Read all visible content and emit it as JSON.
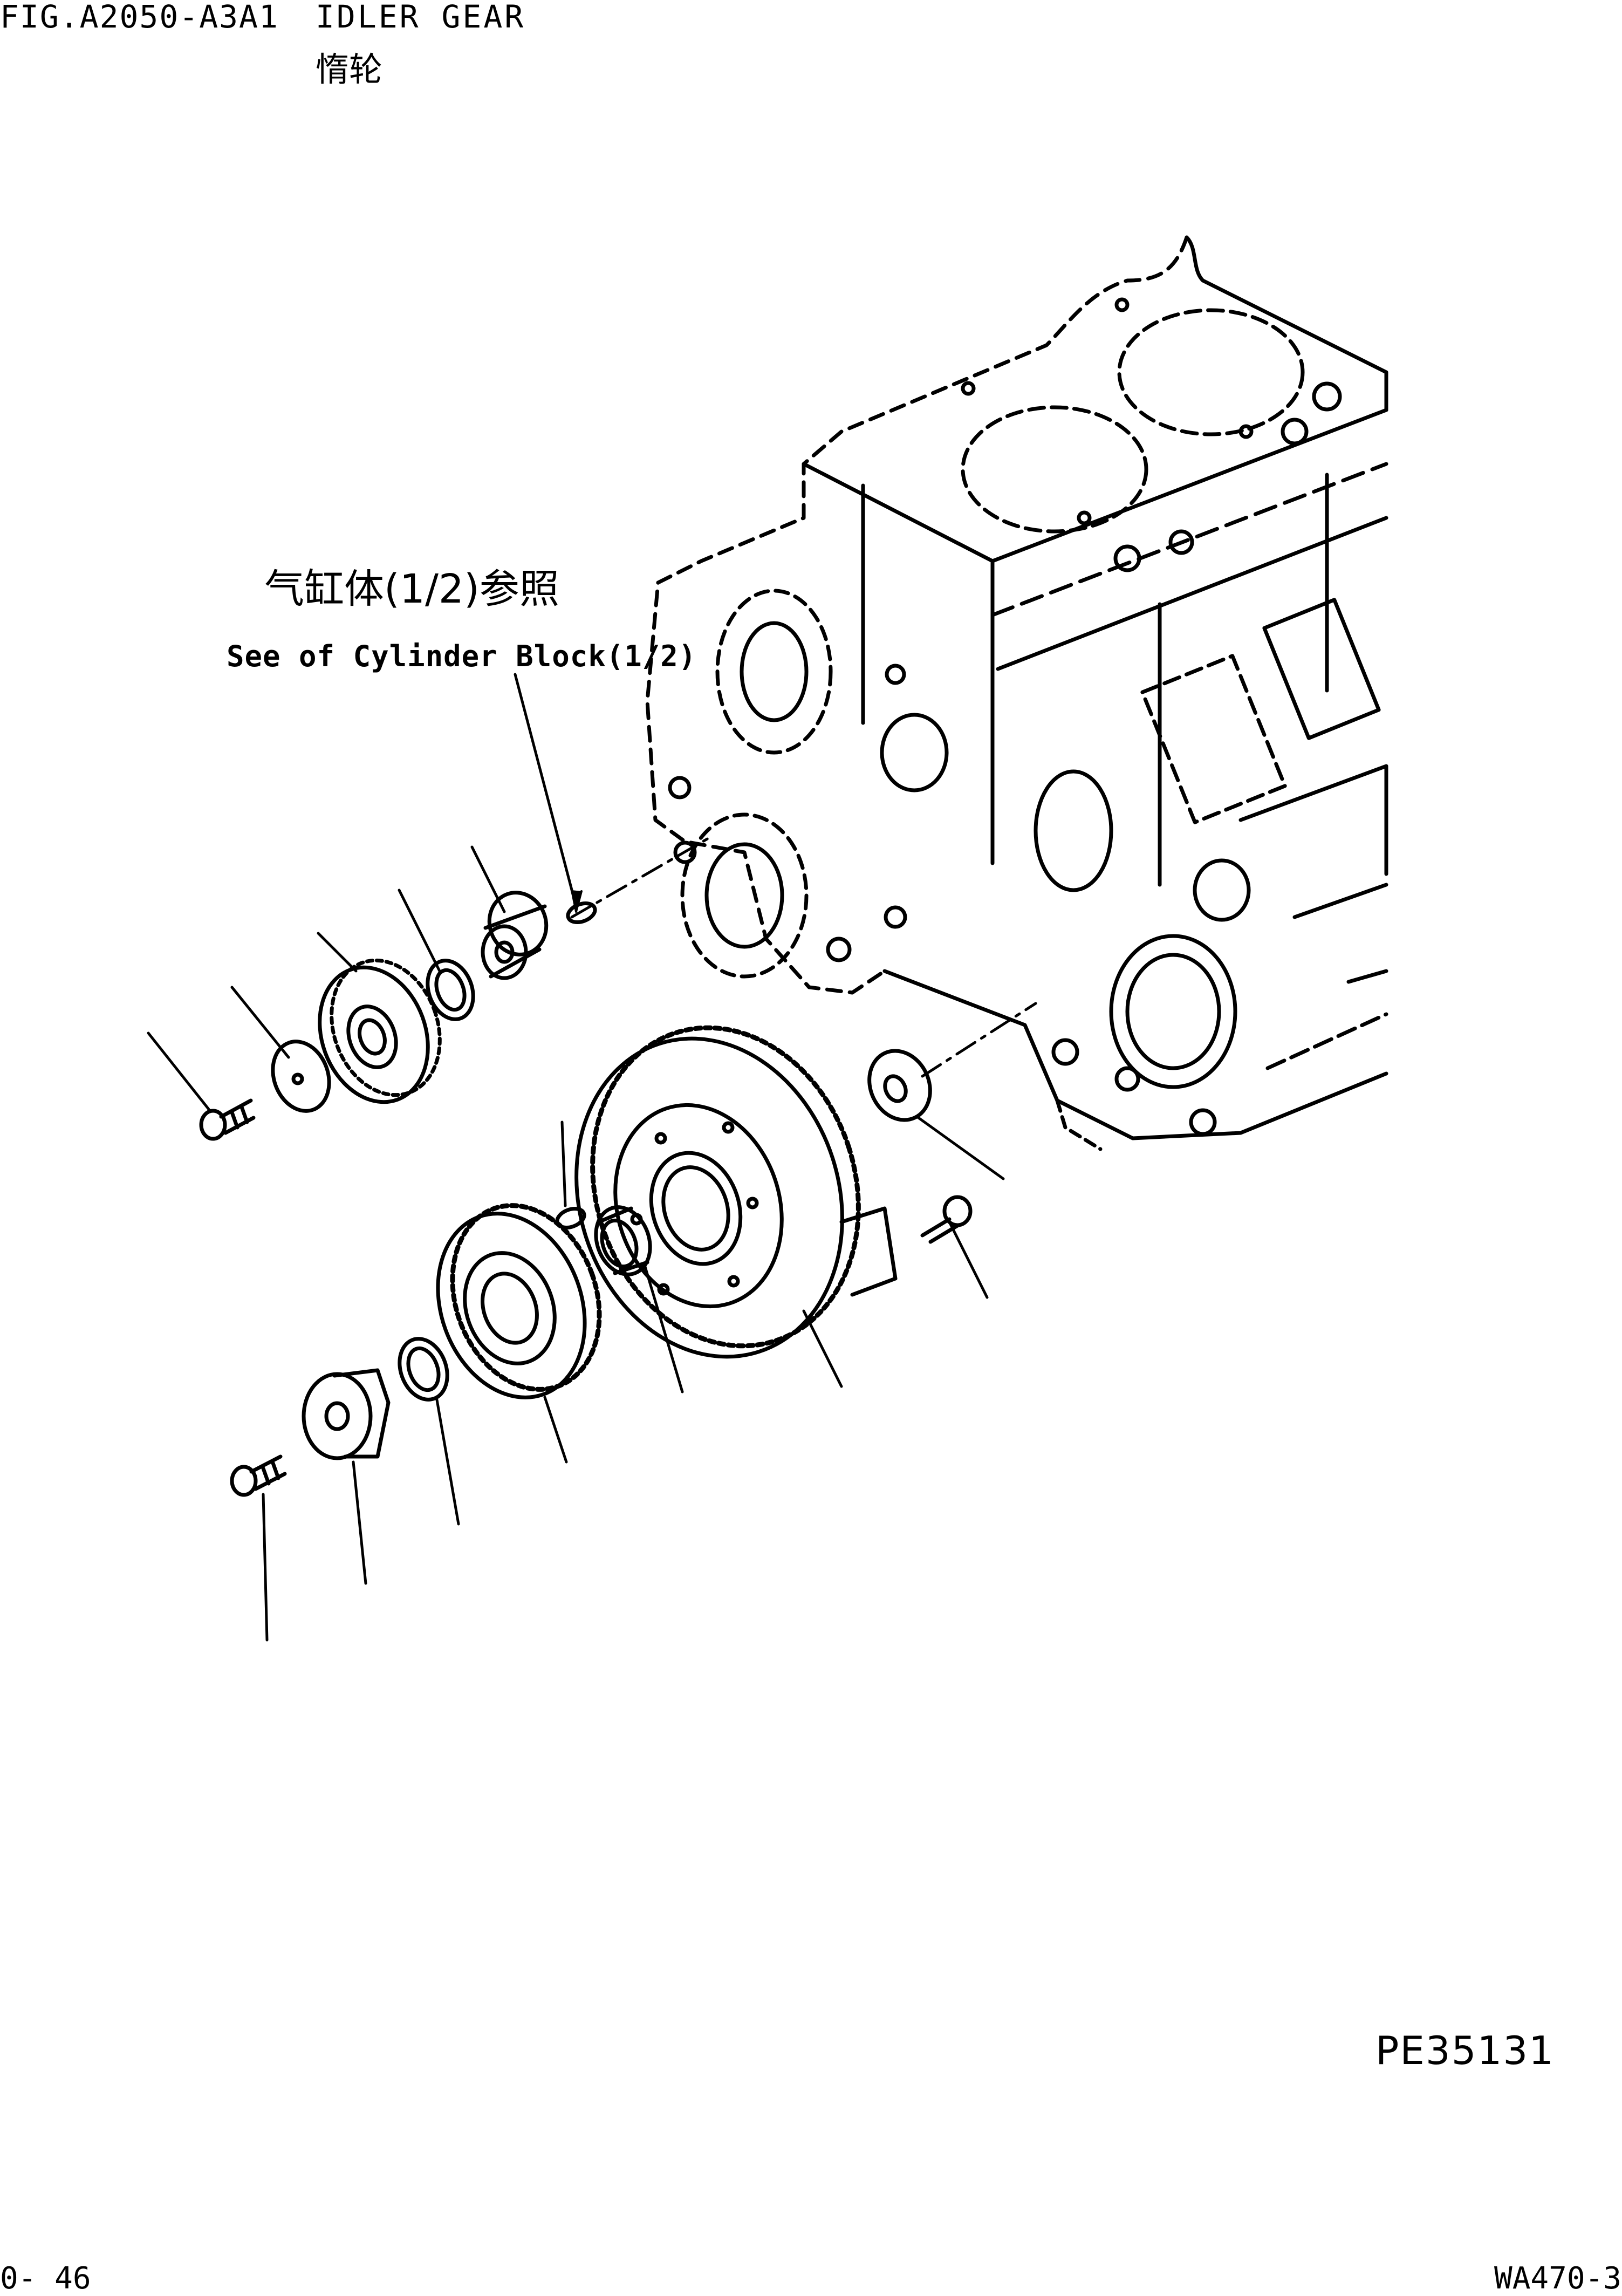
{
  "header": {
    "figure_code": "FIG.A2050-A3A1",
    "title_en": "IDLER GEAR",
    "title_cn": "惰轮"
  },
  "reference_note": {
    "text_cn": "气缸体(1/2)参照",
    "text_en": "See of Cylinder Block(1/2)"
  },
  "illustration_code": "PE35131",
  "footer": {
    "page": "0- 46",
    "model": "WA470-3"
  }
}
